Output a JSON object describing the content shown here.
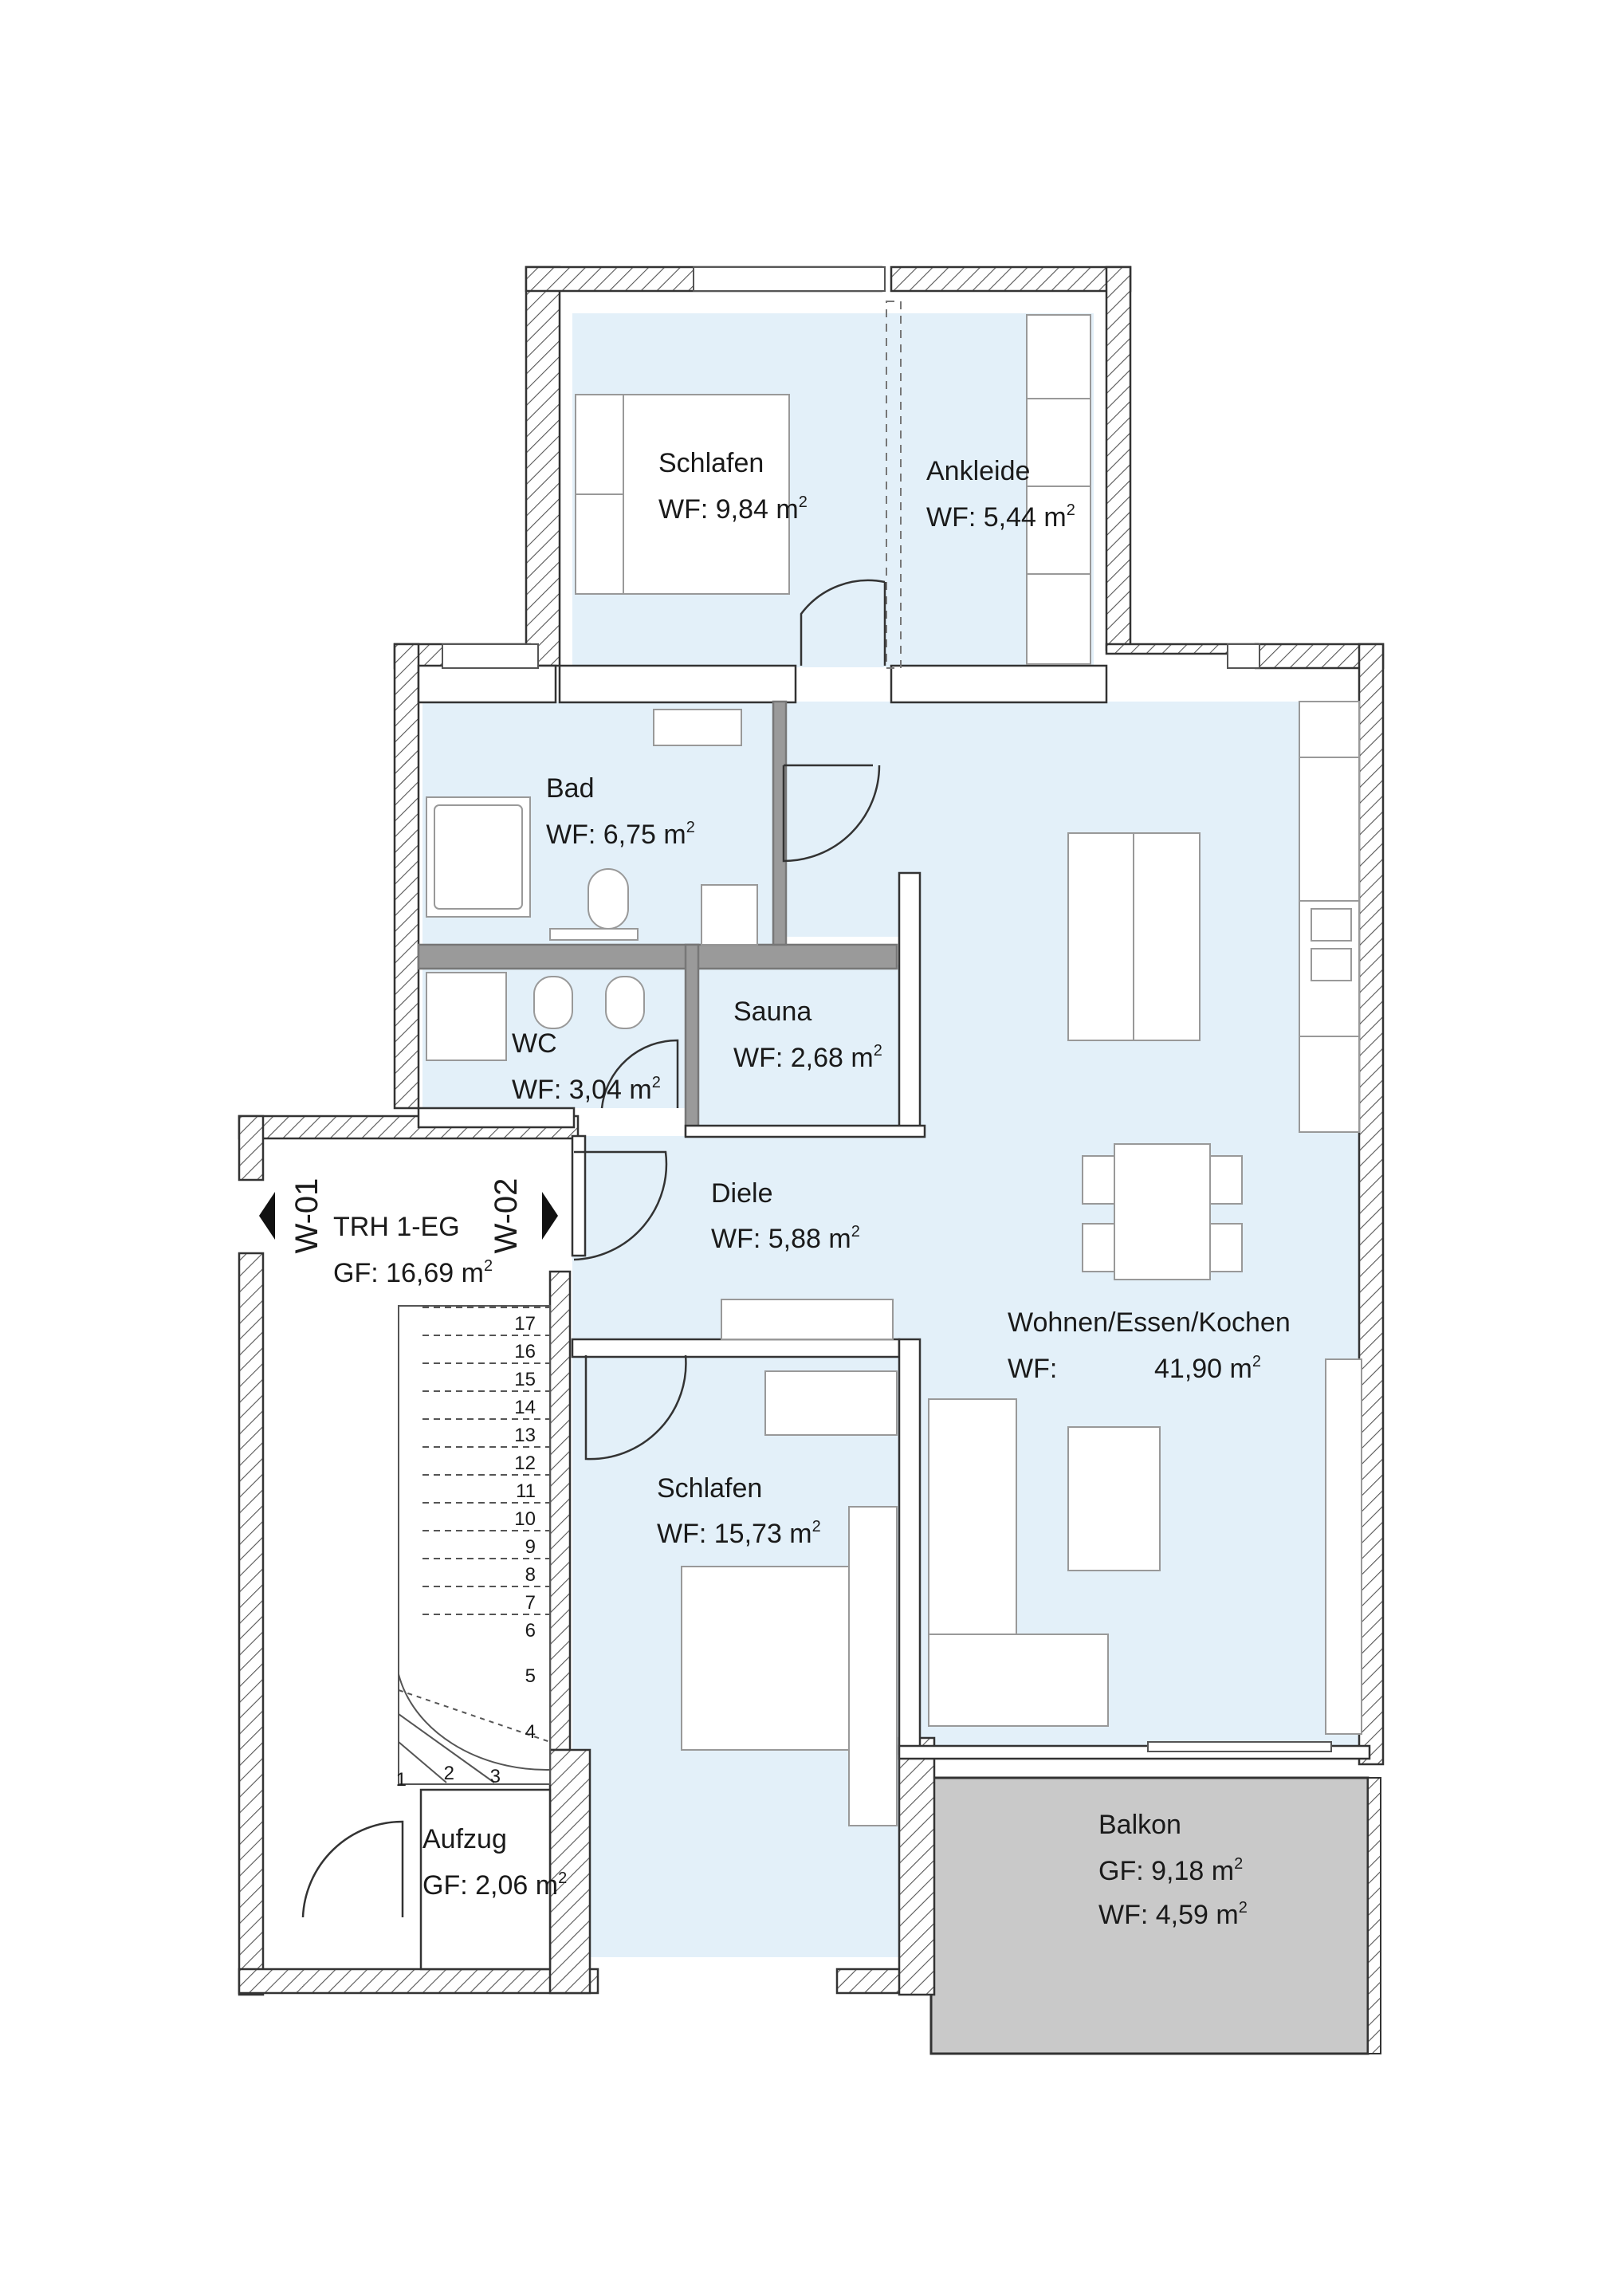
{
  "rooms": {
    "schlafen_1": {
      "name": "Schlafen",
      "area_prefix": "WF: ",
      "area": "9,84 m",
      "unit_sup": "2"
    },
    "ankleide": {
      "name": "Ankleide",
      "area_prefix": "WF: ",
      "area": "5,44 m",
      "unit_sup": "2"
    },
    "bad": {
      "name": "Bad",
      "area_prefix": "WF: ",
      "area": "6,75 m",
      "unit_sup": "2"
    },
    "sauna": {
      "name": "Sauna",
      "area_prefix": "WF: ",
      "area": "2,68 m",
      "unit_sup": "2"
    },
    "wc": {
      "name": "WC",
      "area_prefix": "WF: ",
      "area": "3,04 m",
      "unit_sup": "2"
    },
    "diele": {
      "name": "Diele",
      "area_prefix": "WF: ",
      "area": "5,88 m",
      "unit_sup": "2"
    },
    "trh": {
      "name": "TRH 1-EG",
      "area_prefix": "GF: ",
      "area": "16,69 m",
      "unit_sup": "2"
    },
    "wohnen": {
      "name": "Wohnen/Essen/Kochen",
      "area_prefix": "WF:",
      "area": "41,90 m",
      "unit_sup": "2"
    },
    "schlafen_2": {
      "name": "Schlafen",
      "area_prefix": "WF: ",
      "area": "15,73 m",
      "unit_sup": "2"
    },
    "aufzug": {
      "name": "Aufzug",
      "area_prefix": "GF: ",
      "area": "2,06 m",
      "unit_sup": "2"
    },
    "balkon": {
      "name": "Balkon",
      "gf_prefix": "GF:  ",
      "gf_area": "9,18 m",
      "wf_prefix": "WF: ",
      "wf_area": "4,59 m",
      "unit_sup": "2"
    }
  },
  "markers": {
    "w01": "W-01",
    "w02": "W-02"
  },
  "stairs": {
    "steps": [
      "1",
      "2",
      "3",
      "4",
      "5",
      "6",
      "7",
      "8",
      "9",
      "10",
      "11",
      "12",
      "13",
      "14",
      "15",
      "16",
      "17"
    ]
  },
  "colors": {
    "room_fill": "#e3f0f9",
    "wall": "#3a3a3a",
    "balkon_fill": "#c9c9c9",
    "partition": "#9a9a9a"
  }
}
